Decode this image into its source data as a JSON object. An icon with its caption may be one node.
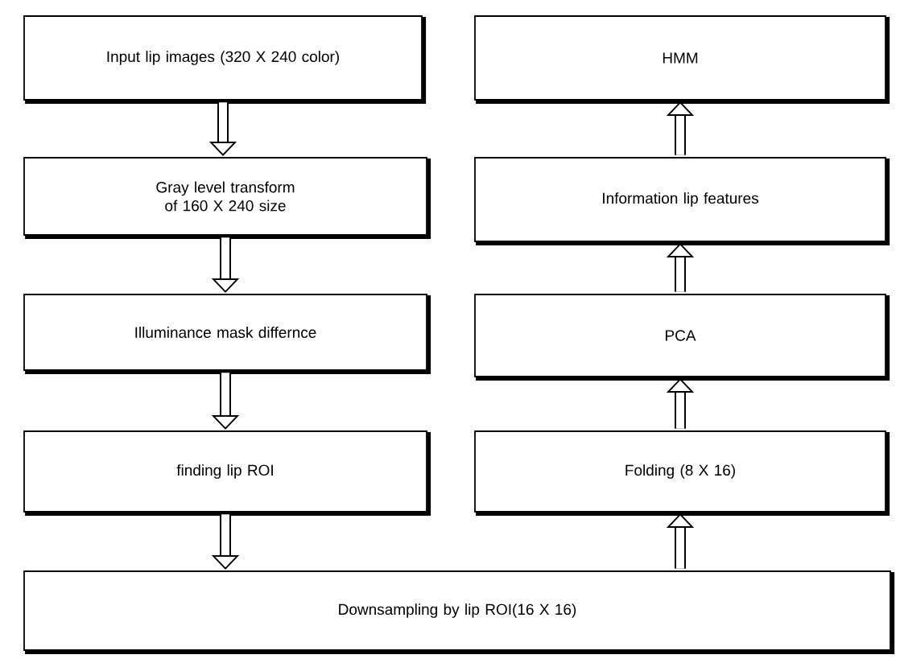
{
  "diagram": {
    "nodes": [
      {
        "text": [
          "Input lip images (320 X 240 color)"
        ]
      },
      {
        "text": [
          "Gray level transform of 160 X 240 size"
        ]
      },
      {
        "text": [
          "Illuminance mask differnce"
        ]
      },
      {
        "text": [
          "finding lip ROI"
        ]
      },
      {
        "text": [
          "Downsampling by lip ROI(16 X 16)"
        ]
      },
      {
        "text": [
          "Folding (8 X 16)"
        ]
      },
      {
        "text": [
          "PCA"
        ]
      },
      {
        "text": [
          "Information lip features"
        ]
      },
      {
        "text": [
          "HMM"
        ]
      }
    ],
    "edges": [
      {
        "from": 0,
        "to": 1,
        "arrow": "to"
      },
      {
        "from": 1,
        "to": 2,
        "arrow": "to"
      },
      {
        "from": 2,
        "to": 3,
        "arrow": "to"
      },
      {
        "from": 3,
        "to": 4,
        "arrow": "to"
      },
      {
        "from": 4,
        "to": 5,
        "arrow": "to"
      },
      {
        "from": 5,
        "to": 6,
        "arrow": "to"
      },
      {
        "from": 6,
        "to": 7,
        "arrow": "to"
      },
      {
        "from": 7,
        "to": 8,
        "arrow": "to"
      }
    ]
  }
}
